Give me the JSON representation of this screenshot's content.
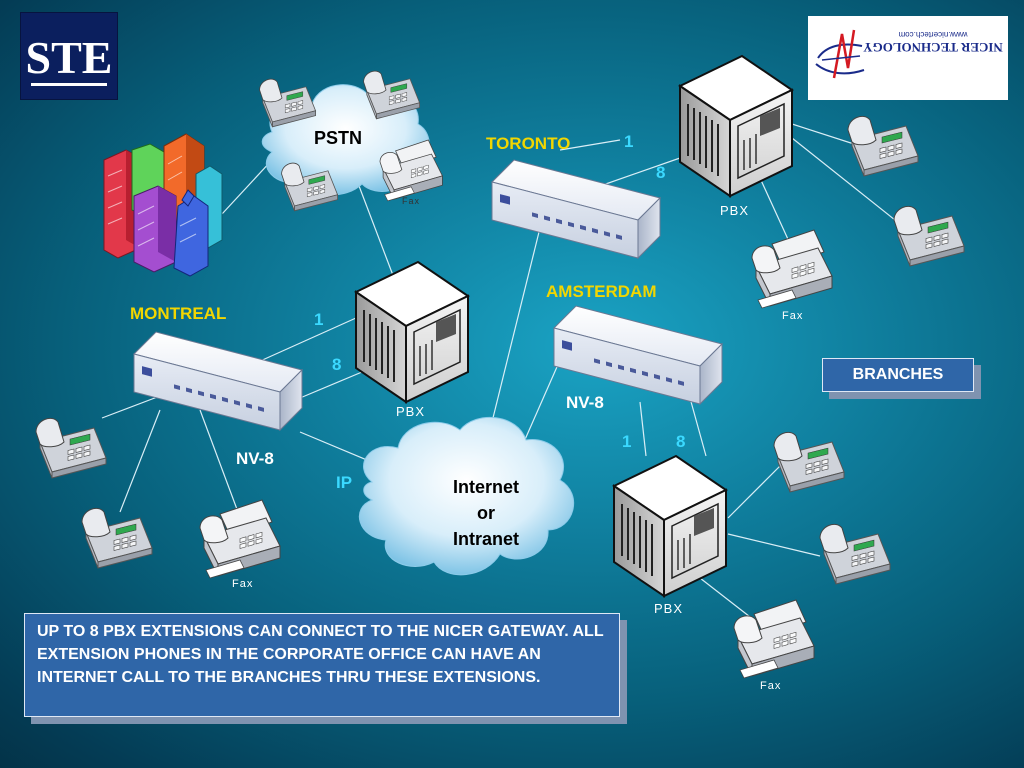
{
  "logo": {
    "text": "STE",
    "icon": "ste-logo-icon"
  },
  "company": {
    "name": "NICER TECHNOLOGY",
    "url": "www.nicertech.com",
    "icon": "nicer-logo-icon"
  },
  "clouds": {
    "pstn": "PSTN",
    "internet": "Internet\nor\nIntranet"
  },
  "sites": {
    "toronto": "TORONTO",
    "amsterdam": "AMSTERDAM",
    "montreal": "MONTREAL"
  },
  "devices": {
    "pbx": "PBX",
    "fax": "Fax",
    "gateway": "NV-8"
  },
  "ports": {
    "first": "1",
    "last": "8"
  },
  "link": {
    "ip": "IP"
  },
  "branches_button": "BRANCHES",
  "note": "UP TO 8 PBX EXTENSIONS CAN CONNECT TO THE NICER GATEWAY. ALL EXTENSION PHONES IN THE CORPORATE OFFICE CAN HAVE AN INTERNET CALL TO THE BRANCHES THRU THESE EXTENSIONS.",
  "colors": {
    "site_label": "#f2d600",
    "port_label": "#3bd9ff",
    "box_fill": "#2f66a8"
  }
}
